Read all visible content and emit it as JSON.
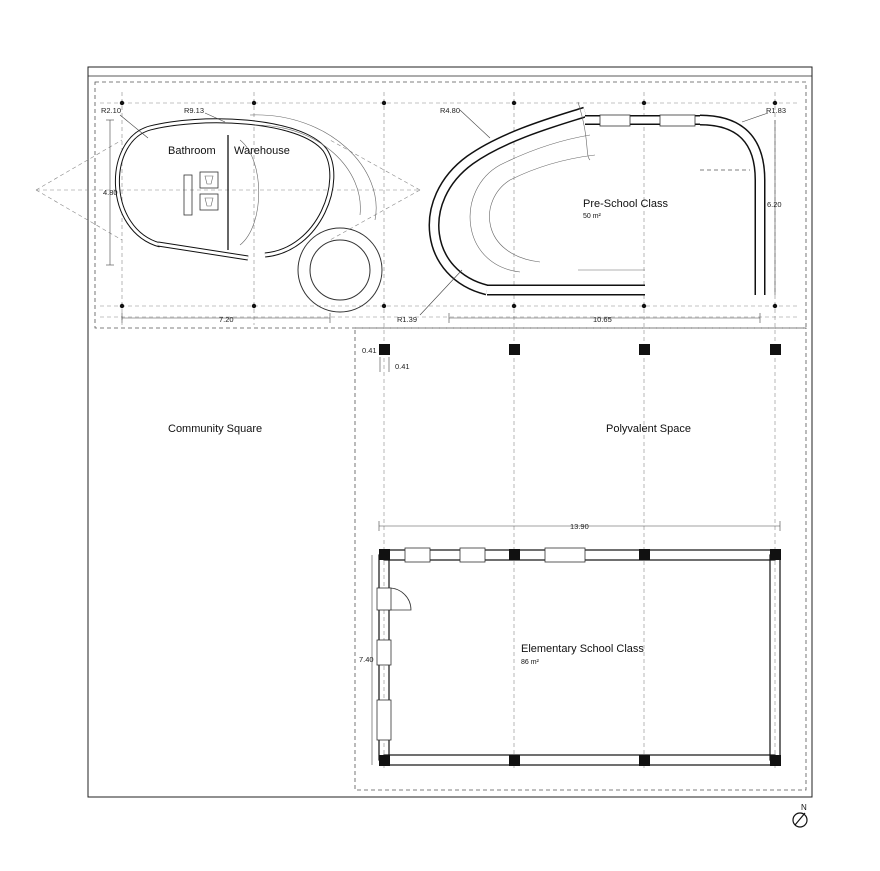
{
  "rooms": {
    "bathroom": "Bathroom",
    "warehouse": "Warehouse",
    "preschool": "Pre-School Class",
    "preschool_area": "50 m²",
    "community": "Community Square",
    "polyvalent": "Polyvalent Space",
    "elementary": "Elementary School Class",
    "elementary_area": "86 m²"
  },
  "dimensions": {
    "r210": "R2.10",
    "r913": "R9.13",
    "d480": "4.80",
    "d720": "7.20",
    "r480": "R4.80",
    "r183": "R1.83",
    "d620": "6.20",
    "r139": "R1.39",
    "d1065": "10.65",
    "d041a": "0.41",
    "d041b": "0.41",
    "d1390": "13.90",
    "d740": "7.40"
  },
  "north_label": "N"
}
